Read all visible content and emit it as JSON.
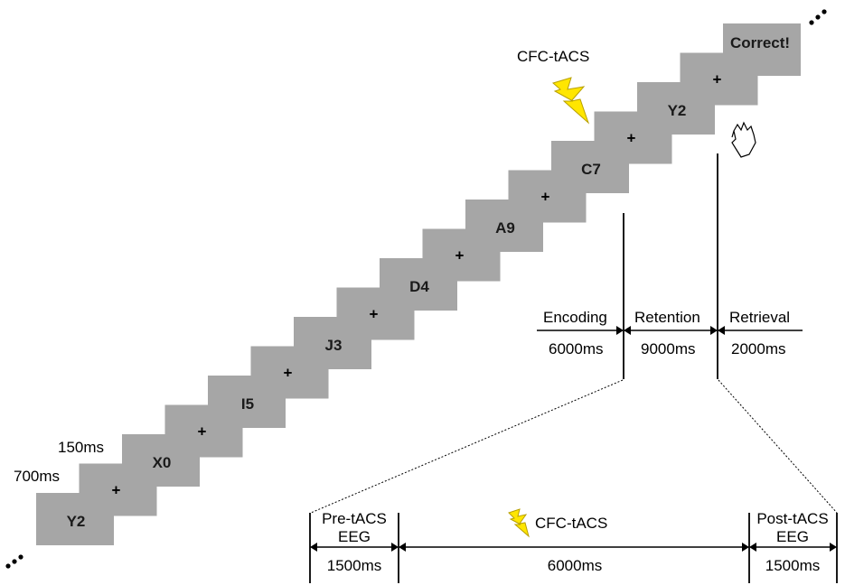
{
  "stimulus_sequence": {
    "items": [
      {
        "text": "Y2"
      },
      {
        "text": "+"
      },
      {
        "text": "X0"
      },
      {
        "text": "+"
      },
      {
        "text": "I5"
      },
      {
        "text": "+"
      },
      {
        "text": "J3"
      },
      {
        "text": "+"
      },
      {
        "text": "D4"
      },
      {
        "text": "+"
      },
      {
        "text": "A9"
      },
      {
        "text": "+"
      },
      {
        "text": "C7"
      },
      {
        "text": "+"
      },
      {
        "text": "Y2"
      },
      {
        "text": "+"
      },
      {
        "text": "Correct!"
      }
    ],
    "duration_stimulus": "700ms",
    "duration_fixation": "150ms",
    "feedback_color": "#e00000",
    "card_color": "#a6a6a6"
  },
  "stimulation_label": "CFC-tACS",
  "phases": [
    {
      "name": "Encoding",
      "duration": "6000ms"
    },
    {
      "name": "Retention",
      "duration": "9000ms"
    },
    {
      "name": "Retrieval",
      "duration": "2000ms"
    }
  ],
  "retention_breakdown": [
    {
      "name_line1": "Pre-tACS",
      "name_line2": "EEG",
      "duration": "1500ms"
    },
    {
      "name_line1": "CFC-tACS",
      "name_line2": "",
      "duration": "6000ms"
    },
    {
      "name_line1": "Post-tACS",
      "name_line2": "EEG",
      "duration": "1500ms"
    }
  ],
  "icons": {
    "lightning": "lightning-bolt-icon",
    "hand": "hand-press-icon",
    "ellipsis": "ellipsis-icon"
  },
  "colors": {
    "lightning_fill": "#ffe600",
    "lightning_stroke": "#b8a000"
  }
}
